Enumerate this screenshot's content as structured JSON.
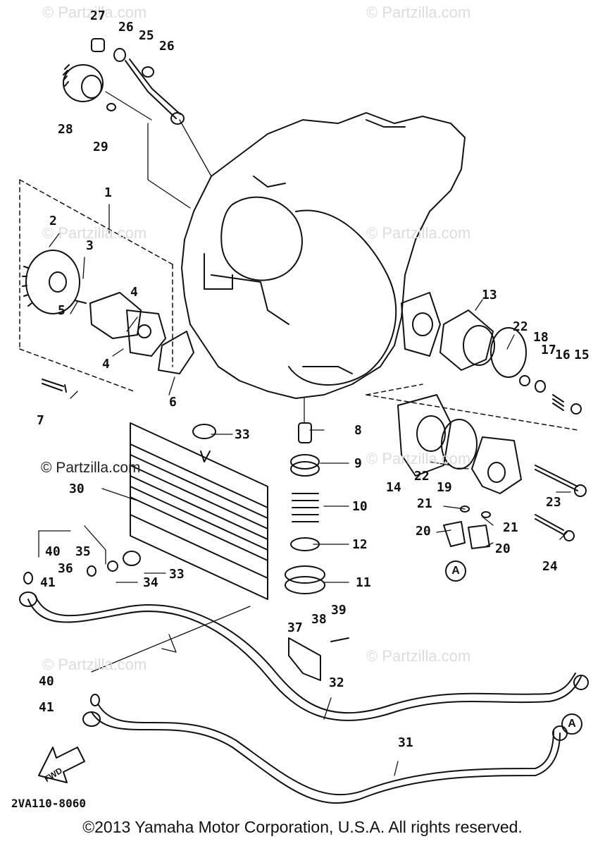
{
  "copyright": "©2013 Yamaha Motor Corporation, U.S.A. All rights reserved.",
  "diagram_code": "2VA110-8060",
  "fwd_label": "FWD",
  "connector_label": "A",
  "watermark": "© Partzilla.com",
  "part_labels": [
    "27",
    "26",
    "25",
    "26",
    "28",
    "29",
    "1",
    "2",
    "3",
    "4",
    "5",
    "4",
    "6",
    "7",
    "13",
    "22",
    "18",
    "17",
    "16",
    "15",
    "8",
    "9",
    "10",
    "12",
    "11",
    "14",
    "22",
    "19",
    "23",
    "21",
    "21",
    "20",
    "20",
    "24",
    "33",
    "30",
    "40",
    "35",
    "36",
    "41",
    "34",
    "33",
    "37",
    "38",
    "39",
    "32",
    "40",
    "41",
    "31"
  ],
  "colors": {
    "ink": "#111111",
    "watermark": "#dcdcdc",
    "background": "#ffffff"
  }
}
